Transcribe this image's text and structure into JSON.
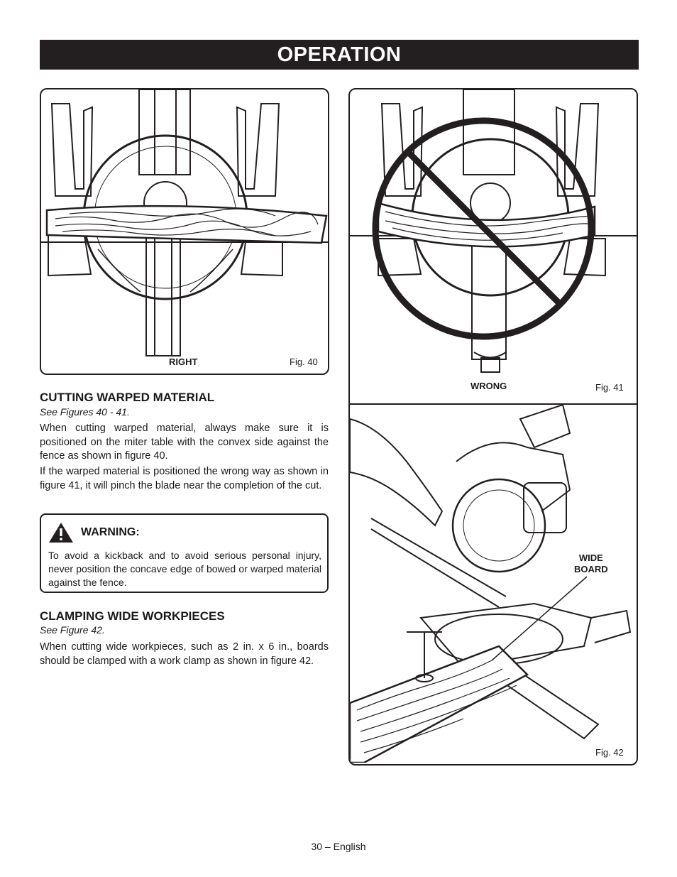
{
  "header": {
    "title": "OPERATION"
  },
  "fig40": {
    "caption": "RIGHT",
    "label": "Fig. 40"
  },
  "fig41": {
    "caption": "WRONG",
    "label": "Fig. 41"
  },
  "fig42": {
    "callout": "WIDE\nBOARD",
    "label": "Fig. 42"
  },
  "sections": {
    "warped": {
      "heading": "CUTTING WARPED MATERIAL",
      "see": "See Figures 40 - 41.",
      "p1": "When cutting warped material, always make sure it is positioned on the miter table with the convex side against the fence as shown in figure 40.",
      "p2": "If the warped material is positioned the wrong way as shown in figure 41, it will pinch the blade near the completion of the cut."
    },
    "warning": {
      "title": "WARNING:",
      "text": "To avoid a kickback and to avoid serious personal injury, never position the concave edge of bowed or warped material against the fence."
    },
    "clamping": {
      "heading": "CLAMPING WIDE WORKPIECES",
      "see": "See Figure 42.",
      "p1": "When cutting wide workpieces, such as 2 in. x 6 in., boards should be clamped with a work clamp as shown in figure 42."
    }
  },
  "footer": {
    "page": "30 – English"
  }
}
